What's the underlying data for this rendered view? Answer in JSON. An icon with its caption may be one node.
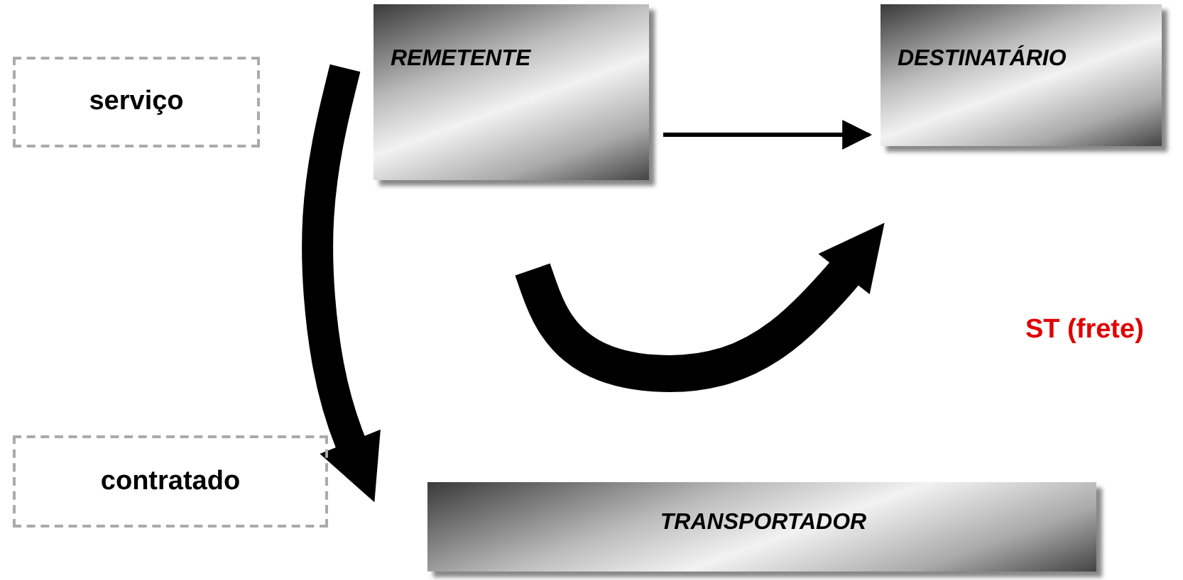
{
  "diagram": {
    "nodes": [
      {
        "text": [
          "serviço"
        ]
      },
      {
        "text": [
          "REMETENTE"
        ]
      },
      {
        "text": [
          "DESTINATÁRIO"
        ]
      },
      {
        "text": [
          "contratado"
        ]
      },
      {
        "text": [
          "TRANSPORTADOR"
        ]
      }
    ],
    "edges": [
      {
        "from": 1,
        "to": 2,
        "arrow": "to"
      },
      {
        "from": null,
        "to": 2,
        "arrow": "to"
      },
      {
        "from": 1,
        "to": 3,
        "arrow": "to"
      }
    ],
    "labels": [
      "ST (frete)"
    ]
  }
}
